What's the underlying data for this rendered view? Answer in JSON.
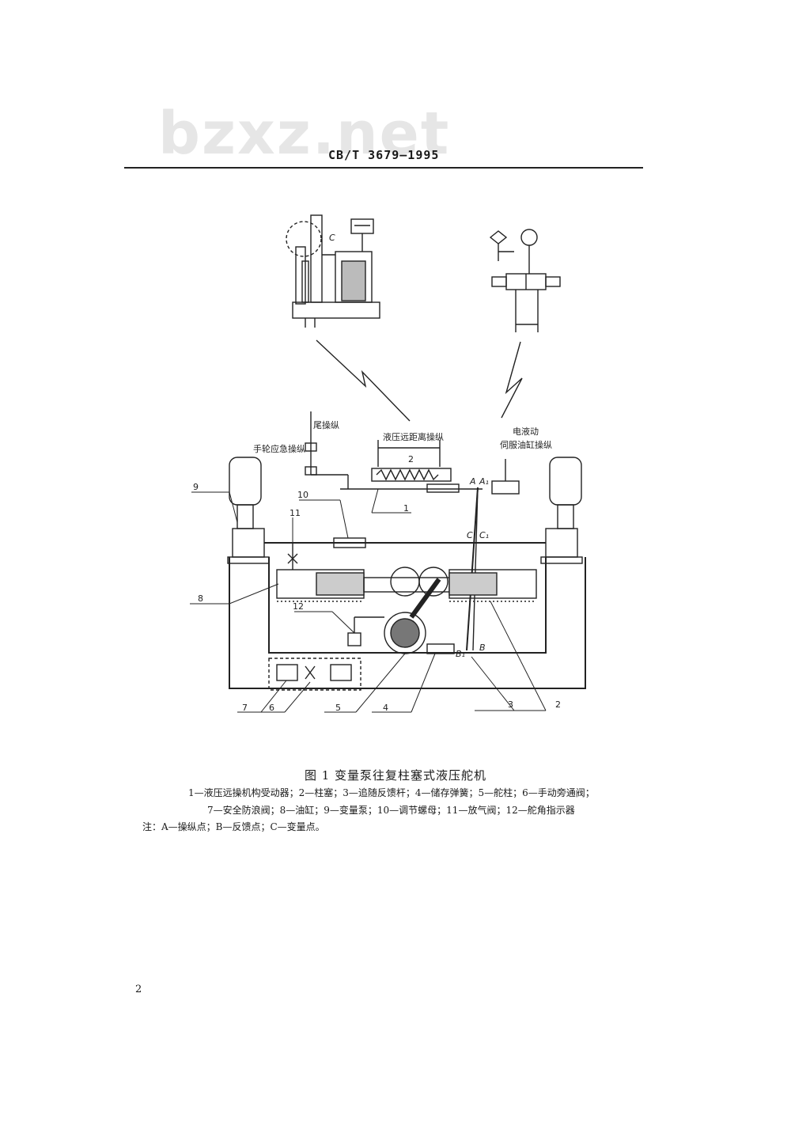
{
  "watermark": "bzxz.net",
  "header": {
    "code": "CB/T  3679—1995"
  },
  "figure": {
    "labels": {
      "tail_control": "尾操纵",
      "handwheel": "手轮应急操纵",
      "hydraulic_remote": "液压远距离操纵",
      "electro_hydraulic_1": "电液动",
      "electro_hydraulic_2": "伺服油缸操纵",
      "point_a": "A",
      "point_a1": "A₁",
      "point_c": "C",
      "point_c1": "C₁",
      "point_c_top": "C",
      "point_b": "B",
      "point_b1": "B₁",
      "n1": "1",
      "n2_top": "2",
      "n2": "2",
      "n3": "3",
      "n4": "4",
      "n5": "5",
      "n6": "6",
      "n7": "7",
      "n8": "8",
      "n9": "9",
      "n10": "10",
      "n11": "11",
      "n12": "12"
    }
  },
  "caption": "图 1    变量泵往复柱塞式液压舵机",
  "legend": {
    "line1": "1—液压远操机构受动器；2—柱塞；3—追随反馈杆；4—储存弹簧；5—舵柱；6—手动旁通阀；",
    "line2": "7—安全防浪阀；8—油缸；9—变量泵；10—调节螺母；11—放气阀；12—舵角指示器"
  },
  "note": "注：A—操纵点；B—反馈点；C—变量点。",
  "page_number": "2"
}
